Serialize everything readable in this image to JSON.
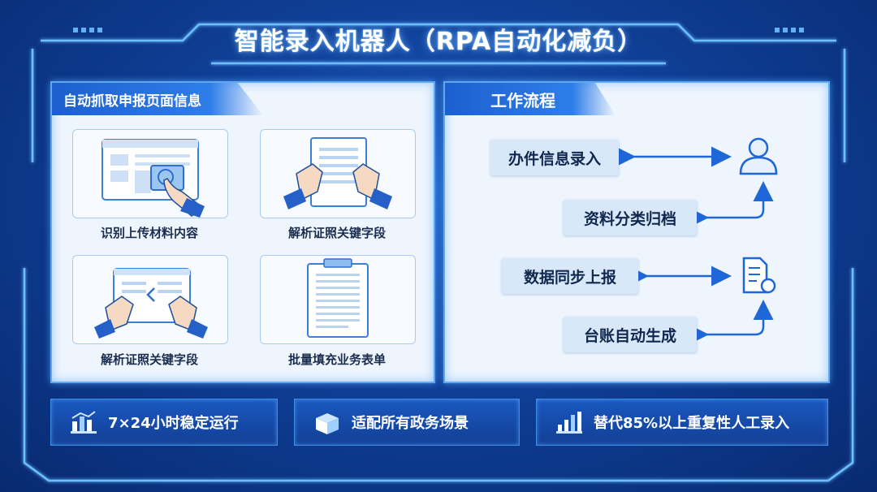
{
  "title": "智能录入机器人（RPA自动化减负）",
  "left_panel": {
    "header": "自动抓取申报页面信息",
    "cards": [
      {
        "label": "识别上传材料内容",
        "icon": "screen-tap-icon"
      },
      {
        "label": "解析证照关键字段",
        "icon": "document-hands-icon"
      },
      {
        "label": "解析证照关键字段",
        "icon": "tablet-swipe-icon"
      },
      {
        "label": "批量填充业务表单",
        "icon": "clipboard-form-icon"
      }
    ]
  },
  "right_panel": {
    "header": "工作流程",
    "steps": [
      "办件信息录入",
      "资料分类归档",
      "数据同步上报",
      "台账自动生成"
    ]
  },
  "stats": [
    {
      "text": "7×24小时稳定运行",
      "icon": "bar-chart-icon"
    },
    {
      "text": "适配所有政务场景",
      "icon": "cube-chart-icon"
    },
    {
      "text": "替代85%以上重复性人工录入",
      "icon": "rising-bars-icon"
    }
  ],
  "colors": {
    "accent": "#2f7ee8",
    "frame": "#5ab0ff",
    "arrow": "#1f66d8"
  }
}
